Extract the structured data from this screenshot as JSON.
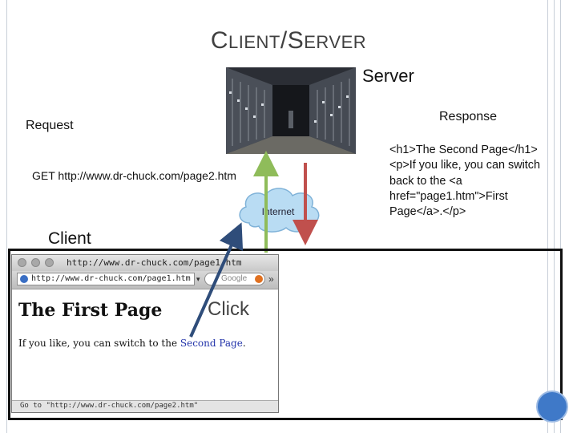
{
  "title": {
    "first_big": "C",
    "first_rest": "LIENT",
    "slash": "/",
    "second_big": "S",
    "second_rest": "ERVER"
  },
  "server": {
    "label": "Server"
  },
  "request": {
    "label": "Request",
    "url_text": "GET http://www.dr-chuck.com/page2.htm"
  },
  "response": {
    "label": "Response",
    "body_text": "<h1>The Second Page</h1><p>If you like, you can switch back to the <a href=\"page1.htm\">First Page</a>.</p>"
  },
  "internet": {
    "label": "Internet"
  },
  "client": {
    "label": "Client"
  },
  "browser": {
    "window_title": "http://www.dr-chuck.com/page1.htm",
    "address": "http://www.dr-chuck.com/page1.htm",
    "search_placeholder": "Google",
    "heading": "The First Page",
    "paragraph_before": "If you like, you can switch to the ",
    "link_text": "Second Page",
    "paragraph_after": ".",
    "status_text": "Go to \"http://www.dr-chuck.com/page2.htm\""
  },
  "click": {
    "label": "Click"
  },
  "colors": {
    "request_arrow": "#8fbc5a",
    "response_arrow": "#c0504d",
    "click_arrow": "#2f4d7a",
    "cloud_fill": "#b9dcf3",
    "accent_circle": "#3f79c8"
  },
  "icons": {
    "server_photo": "server-room-photo",
    "cloud": "cloud-icon",
    "corner": "circle-decoration-icon"
  }
}
